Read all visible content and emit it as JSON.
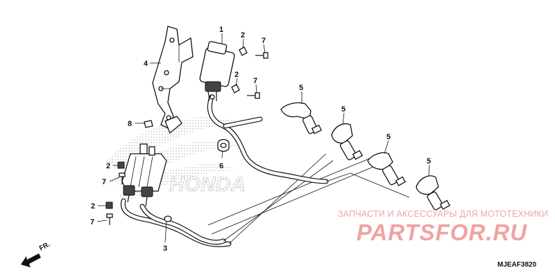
{
  "watermark": {
    "caption": "ЗАПЧАСТИ И АКСЕССУАРЫ ДЛЯ МОТОТЕХНИКИ",
    "logo": "PARTSFOR.RU",
    "brand_color": "#f0a3a3"
  },
  "brand_mark": {
    "text": "HONDA",
    "icon": "honda-wing-logo"
  },
  "diagram_code": "MJEAF3820",
  "direction": {
    "label": "FR.",
    "icon": "arrow-icon"
  },
  "callouts": {
    "ignition_coil": "1",
    "clip_top": "2",
    "clip_mid": "2",
    "clip_left_a": "2",
    "clip_left_b": "2",
    "wire_harness": "3",
    "coil_bracket": "4",
    "plug_cap_a": "5",
    "plug_cap_b": "5",
    "plug_cap_c": "5",
    "plug_cap_d": "5",
    "cable_clamp": "6",
    "bolt_top": "7",
    "bolt_mid": "7",
    "bolt_left_a": "7",
    "bolt_left_b": "7",
    "bolt_bracket": "8"
  }
}
